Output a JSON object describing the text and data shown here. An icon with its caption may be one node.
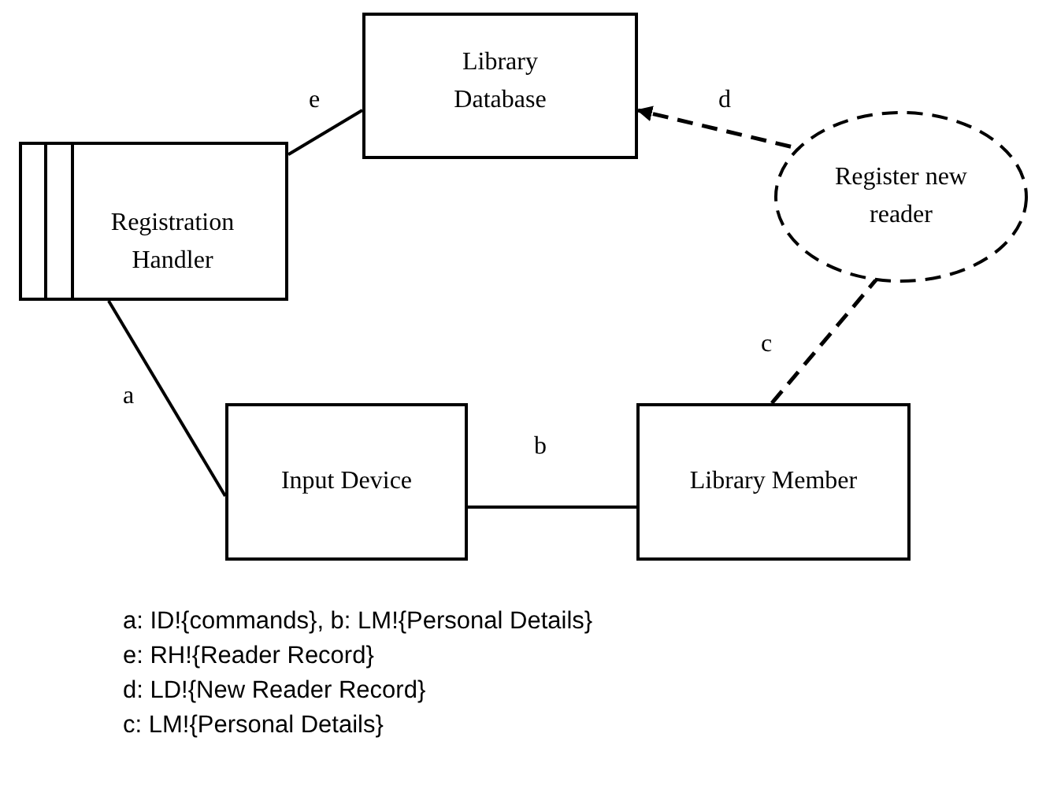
{
  "diagram": {
    "nodes": [
      {
        "text": [
          "Library Database"
        ]
      },
      {
        "text": [
          "Registration Handler"
        ]
      },
      {
        "text": [
          "Register new reader"
        ]
      },
      {
        "text": [
          "Input Device"
        ]
      },
      {
        "text": [
          "Library Member"
        ]
      }
    ],
    "edges": [
      {
        "from": 1,
        "to": 0,
        "arrow": "none",
        "label": "e"
      },
      {
        "from": 2,
        "to": 0,
        "arrow": "to",
        "label": "d",
        "style": "dashed"
      },
      {
        "from": 4,
        "to": 2,
        "arrow": "none",
        "label": "c",
        "style": "dashed"
      },
      {
        "from": 1,
        "to": 3,
        "arrow": "none",
        "label": "a"
      },
      {
        "from": 3,
        "to": 4,
        "arrow": "none",
        "label": "b"
      }
    ],
    "labels": [
      "a: ID!{commands}, b: LM!{Personal Details}",
      "e: RH!{Reader Record}",
      "d: LD!{New Reader Record}",
      "c: LM!{Personal Details}"
    ]
  }
}
